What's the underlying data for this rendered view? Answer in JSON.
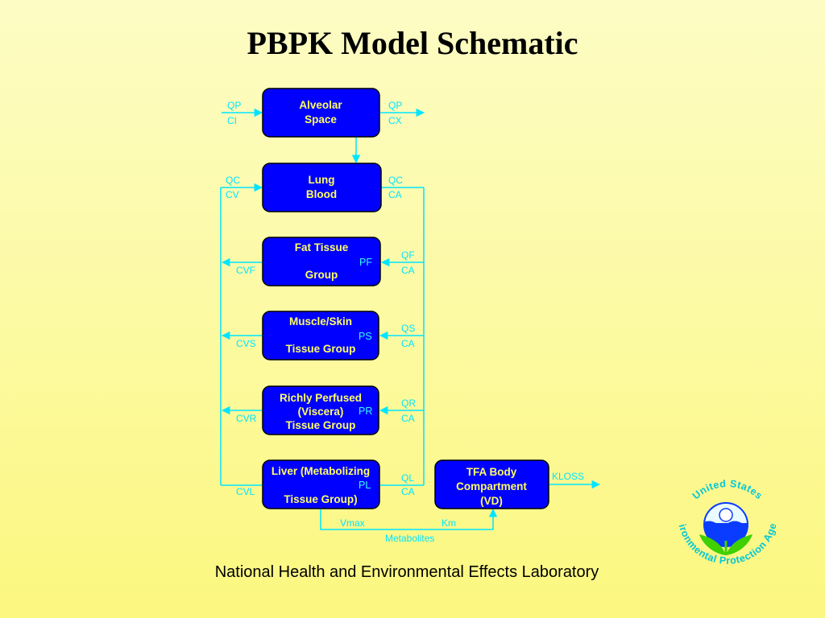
{
  "title": "PBPK Model Schematic",
  "footer": "National Health and Environmental Effects Laboratory",
  "colors": {
    "box_fill": "#0000ff",
    "box_text": "#ffff66",
    "arrow": "#00e5ff",
    "p_label": "#33ffff",
    "background": "#fcf9a8"
  },
  "compartments": {
    "alveolar": {
      "line1": "Alveolar",
      "line2": "Space"
    },
    "lung": {
      "line1": "Lung",
      "line2": "Blood"
    },
    "fat": {
      "line1": "Fat Tissue",
      "line2": "Group",
      "partition": "PF"
    },
    "muscle": {
      "line1": "Muscle/Skin",
      "line2": "Tissue Group",
      "partition": "PS"
    },
    "richly": {
      "line1": "Richly Perfused",
      "line2": "(Viscera)",
      "line3": "Tissue Group",
      "partition": "PR"
    },
    "liver": {
      "line1": "Liver (Metabolizing",
      "line2": "Tissue Group)",
      "partition": "PL"
    },
    "tfa": {
      "line1": "TFA Body",
      "line2": "Compartment",
      "line3": "(VD)"
    }
  },
  "flow_labels": {
    "alveolar_in_top": "QP",
    "alveolar_in_bottom": "CI",
    "alveolar_out_top": "QP",
    "alveolar_out_bottom": "CX",
    "lung_in_top": "QC",
    "lung_in_bottom": "CV",
    "lung_out_top": "QC",
    "lung_out_bottom": "CA",
    "fat_cv": "CVF",
    "fat_q": "QF",
    "fat_ca": "CA",
    "muscle_cv": "CVS",
    "muscle_q": "QS",
    "muscle_ca": "CA",
    "richly_cv": "CVR",
    "richly_q": "QR",
    "richly_ca": "CA",
    "liver_cv": "CVL",
    "liver_q": "QL",
    "liver_ca": "CA",
    "tfa_out": "KLOSS",
    "vmax": "Vmax",
    "km": "Km",
    "metabolites": "Metabolites"
  },
  "logo": {
    "arc_top": "United States",
    "arc_bottom": "Environmental Protection Agency"
  }
}
